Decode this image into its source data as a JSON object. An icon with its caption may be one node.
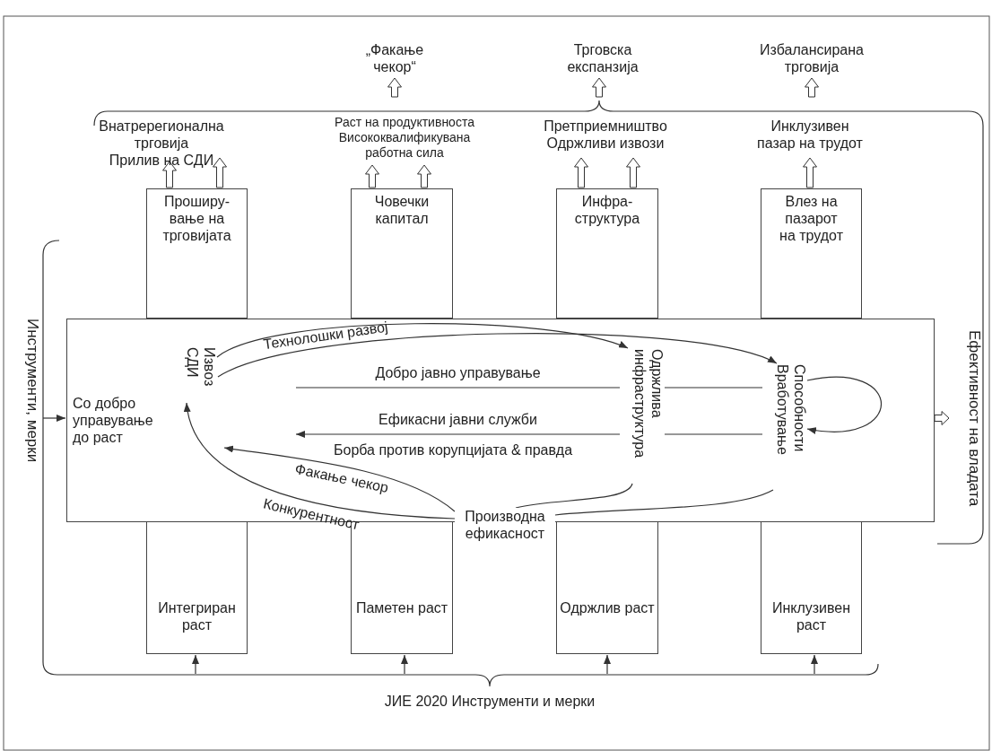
{
  "diagram": {
    "nodes": [
      {
        "text": [
          "Со добро управување до раст"
        ]
      },
      {
        "text": [
          "Извоз",
          "СДИ"
        ],
        "in": 0
      },
      {
        "text": [
          "Одржлива инфраструктура"
        ],
        "in": 0
      },
      {
        "text": [
          "Способности",
          "Вработување"
        ],
        "in": 0
      },
      {
        "text": [
          "Производна ефикасност"
        ]
      },
      {
        "text": [
          "Проширу-вање на трговијата"
        ]
      },
      {
        "text": [
          "Човечки капитал"
        ]
      },
      {
        "text": [
          "Инфра-структура"
        ]
      },
      {
        "text": [
          "Влез на пазарот на трудот"
        ]
      },
      {
        "text": [
          "Интегриран раст"
        ]
      },
      {
        "text": [
          "Паметен раст"
        ]
      },
      {
        "text": [
          "Одржлив раст"
        ]
      },
      {
        "text": [
          "Инклузивен раст"
        ]
      },
      {
        "text": [
          "Внатререгионална трговија",
          "Прилив на СДИ"
        ]
      },
      {
        "text": [
          "Раст на продуктивноста",
          "Висококвалификувана работна сила"
        ]
      },
      {
        "text": [
          "Претприемништво",
          "Одржливи извози"
        ]
      },
      {
        "text": [
          "Инклузивен пазар на трудот"
        ]
      },
      {
        "text": [
          "„Факање чекор“"
        ]
      },
      {
        "text": [
          "Трговска експанзија"
        ]
      },
      {
        "text": [
          "Избалансирана трговија"
        ]
      },
      {
        "text": [
          "Инструменти, мерки"
        ]
      },
      {
        "text": [
          "Ефективност на владата"
        ]
      }
    ],
    "edges": [
      {
        "from": 5,
        "to": 13,
        "arrow": "to",
        "style": "thick"
      },
      {
        "from": 5,
        "to": 13,
        "arrow": "to",
        "style": "thick"
      },
      {
        "from": 6,
        "to": 14,
        "arrow": "to",
        "style": "thick"
      },
      {
        "from": 6,
        "to": 14,
        "arrow": "to",
        "style": "thick"
      },
      {
        "from": 7,
        "to": 15,
        "arrow": "to",
        "style": "thick"
      },
      {
        "from": 7,
        "to": 15,
        "arrow": "to",
        "style": "thick"
      },
      {
        "from": 8,
        "to": 16,
        "arrow": "to",
        "style": "thick"
      },
      {
        "from": null,
        "to": 17,
        "arrow": "to",
        "style": "thick"
      },
      {
        "from": null,
        "to": 18,
        "arrow": "to",
        "style": "thick"
      },
      {
        "from": null,
        "to": 19,
        "arrow": "to",
        "style": "thick"
      },
      {
        "from": 20,
        "to": 0,
        "arrow": "to"
      },
      {
        "from": 0,
        "to": 21,
        "arrow": "to",
        "style": "thick"
      },
      {
        "from": null,
        "to": 9,
        "arrow": "to"
      },
      {
        "from": null,
        "to": 10,
        "arrow": "to"
      },
      {
        "from": null,
        "to": 11,
        "arrow": "to"
      },
      {
        "from": null,
        "to": 12,
        "arrow": "to"
      },
      {
        "from": 1,
        "to": 2,
        "arrow": "to"
      },
      {
        "from": 1,
        "to": 3,
        "arrow": "to",
        "label": "Технолошки развој"
      },
      {
        "from": 2,
        "to": 4,
        "arrow": "none"
      },
      {
        "from": 4,
        "to": 1,
        "arrow": "to",
        "label": "Конкурентност"
      },
      {
        "from": 4,
        "to": null,
        "arrow": "to",
        "label": "Факање чекор"
      },
      {
        "from": 4,
        "to": 3,
        "arrow": "none"
      },
      {
        "from": 3,
        "to": 3,
        "arrow": "to"
      },
      {
        "from": 2,
        "to": null,
        "arrow": "none",
        "label": "Добро јавно управување"
      },
      {
        "from": 2,
        "to": null,
        "arrow": "to",
        "label": "Ефикасни јавни служби"
      },
      {
        "from": 2,
        "to": 3,
        "arrow": "none"
      },
      {
        "from": 2,
        "to": 3,
        "arrow": "none"
      }
    ],
    "labels": [
      "Борба против корупцијата & правда",
      "ЈИЕ 2020 Инструменти и мерки"
    ]
  }
}
